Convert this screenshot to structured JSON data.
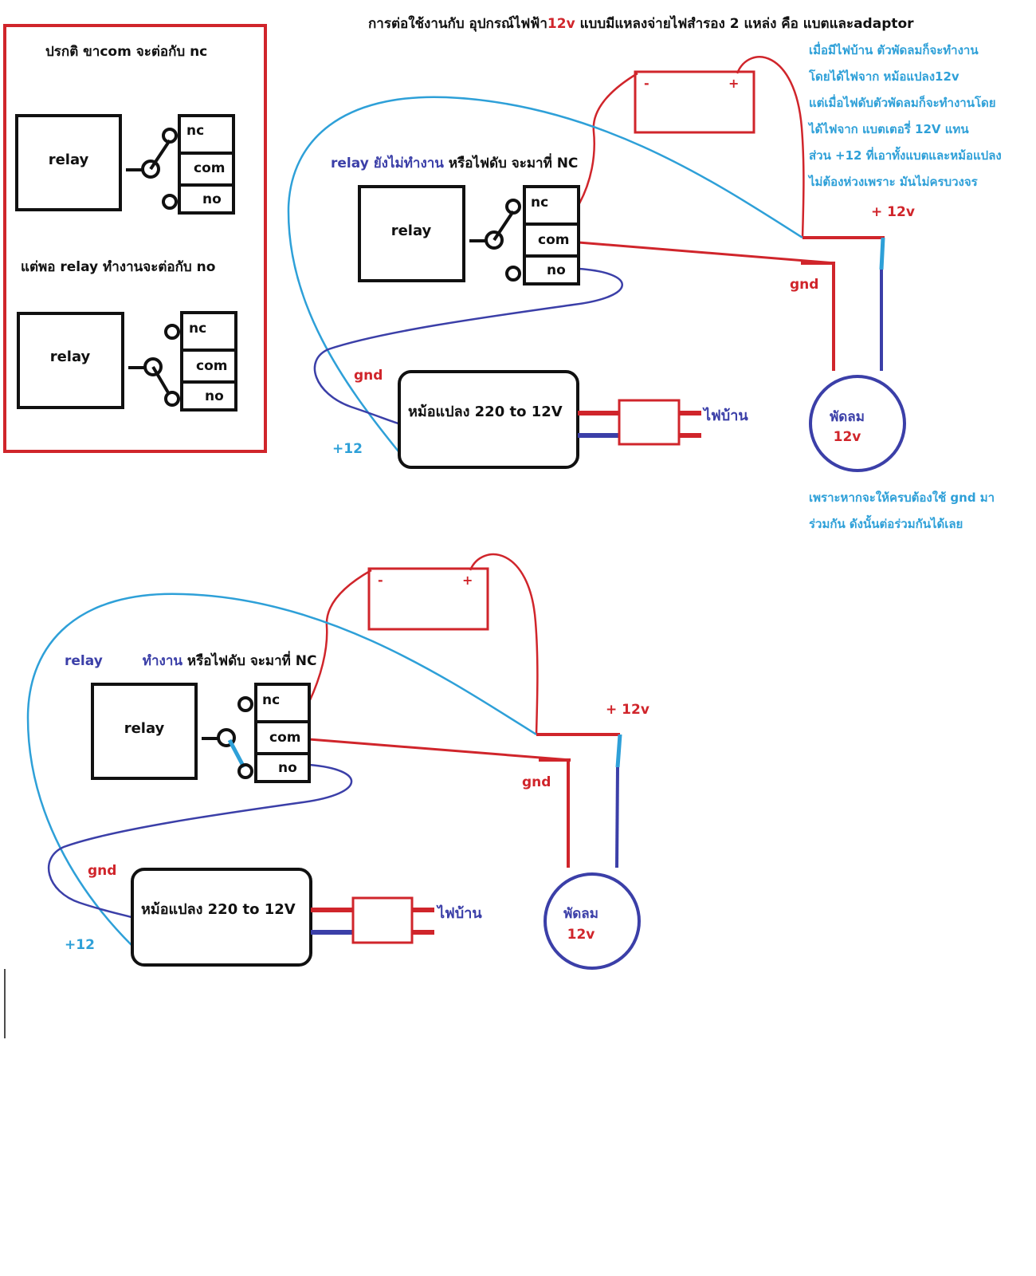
{
  "header": {
    "title_part1": "การต่อใช้งานกับ  อุปกรณ์ไฟฟ้า",
    "title_voltage": "12v",
    "title_part2": " แบบมีแหลงจ่ายไฟสำรอง   2 แหล่ง   คือ   แบตและadaptor"
  },
  "legend": {
    "normal_caption": "ปรกติ   ขาcom จะต่อกับ   nc",
    "active_caption": "แต่พอ   relay ทำงานจะต่อกับ   no"
  },
  "labels": {
    "relay": "relay",
    "nc": "nc",
    "com": "com",
    "no": "no",
    "battery_minus": "-",
    "battery_plus": "+",
    "adapter": "หม้อแปลง   220 to 12V",
    "mains": "ไฟบ้าน",
    "gnd": "gnd",
    "plus12": "+12",
    "plus12v": "+ 12v",
    "fan_line1": "พัดลม",
    "fan_line2": "12v"
  },
  "diagram1": {
    "caption_part1": "relay ยังไม่ทำงาน",
    "caption_part2": "   หรือไฟดับ   จะมาที่   NC"
  },
  "diagram2": {
    "caption_part1": "relay",
    "caption_part2": "ทำงาน",
    "caption_part3": "   หรือไฟดับ   จะมาที่   NC"
  },
  "notes": {
    "lines": [
      "เมื่อมีไฟบ้าน   ตัวพัดลมก็จะทำงาน",
      "โดยได้ไฟจาก   หม้อแปลง12v",
      "แต่เมื่อไฟดับตัวพัดลมก็จะทำงานโดย",
      "ได้ไฟจาก   แบตเตอรี่   12V แทน",
      "ส่วน   +12 ที่เอาทั้งแบตและหม้อแปลง",
      "ไม่ต้องห่วงเพราะ   มันไม่ครบวงจร"
    ],
    "bottom_lines": [
      "เพราะหากจะให้ครบต้องใช้   gnd มา",
      "ร่วมกัน   ดังนั้นต่อร่วมกันได้เลย"
    ]
  },
  "colors": {
    "red": "#d0252b",
    "blue": "#2ea0d8",
    "purple": "#3b3fa8",
    "black": "#111111"
  }
}
